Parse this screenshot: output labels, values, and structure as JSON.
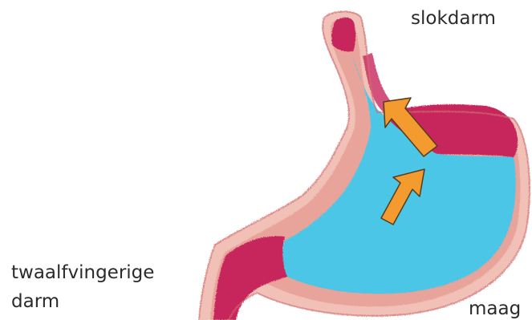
{
  "labels": {
    "esophagus": "slokdarm",
    "duodenum_line1": "twaalfvingerige",
    "duodenum_line2": "darm",
    "stomach": "maag"
  },
  "colors": {
    "wall_outer": "#f1c0b6",
    "wall_inner": "#e59b92",
    "wall_edge": "#d06f72",
    "crimson": "#c7275c",
    "acid": "#4cc6e6",
    "arrow": "#f39b2f",
    "arrow_stroke": "#5a3a1d",
    "text": "#2b2b2b"
  },
  "icons": [
    "stomach-illustration",
    "reflux-arrow-icon"
  ]
}
